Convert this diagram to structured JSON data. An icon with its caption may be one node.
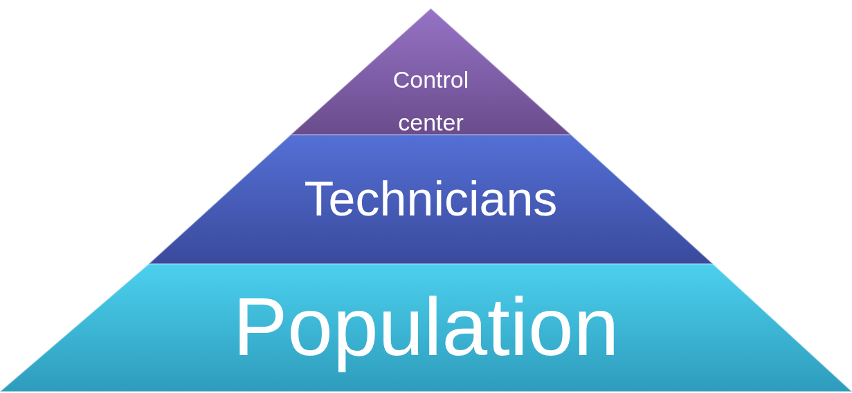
{
  "diagram": {
    "nodes": [
      {
        "text": [
          "Control center"
        ]
      },
      {
        "text": [
          "Technicians"
        ]
      },
      {
        "text": [
          "Population"
        ]
      }
    ]
  }
}
